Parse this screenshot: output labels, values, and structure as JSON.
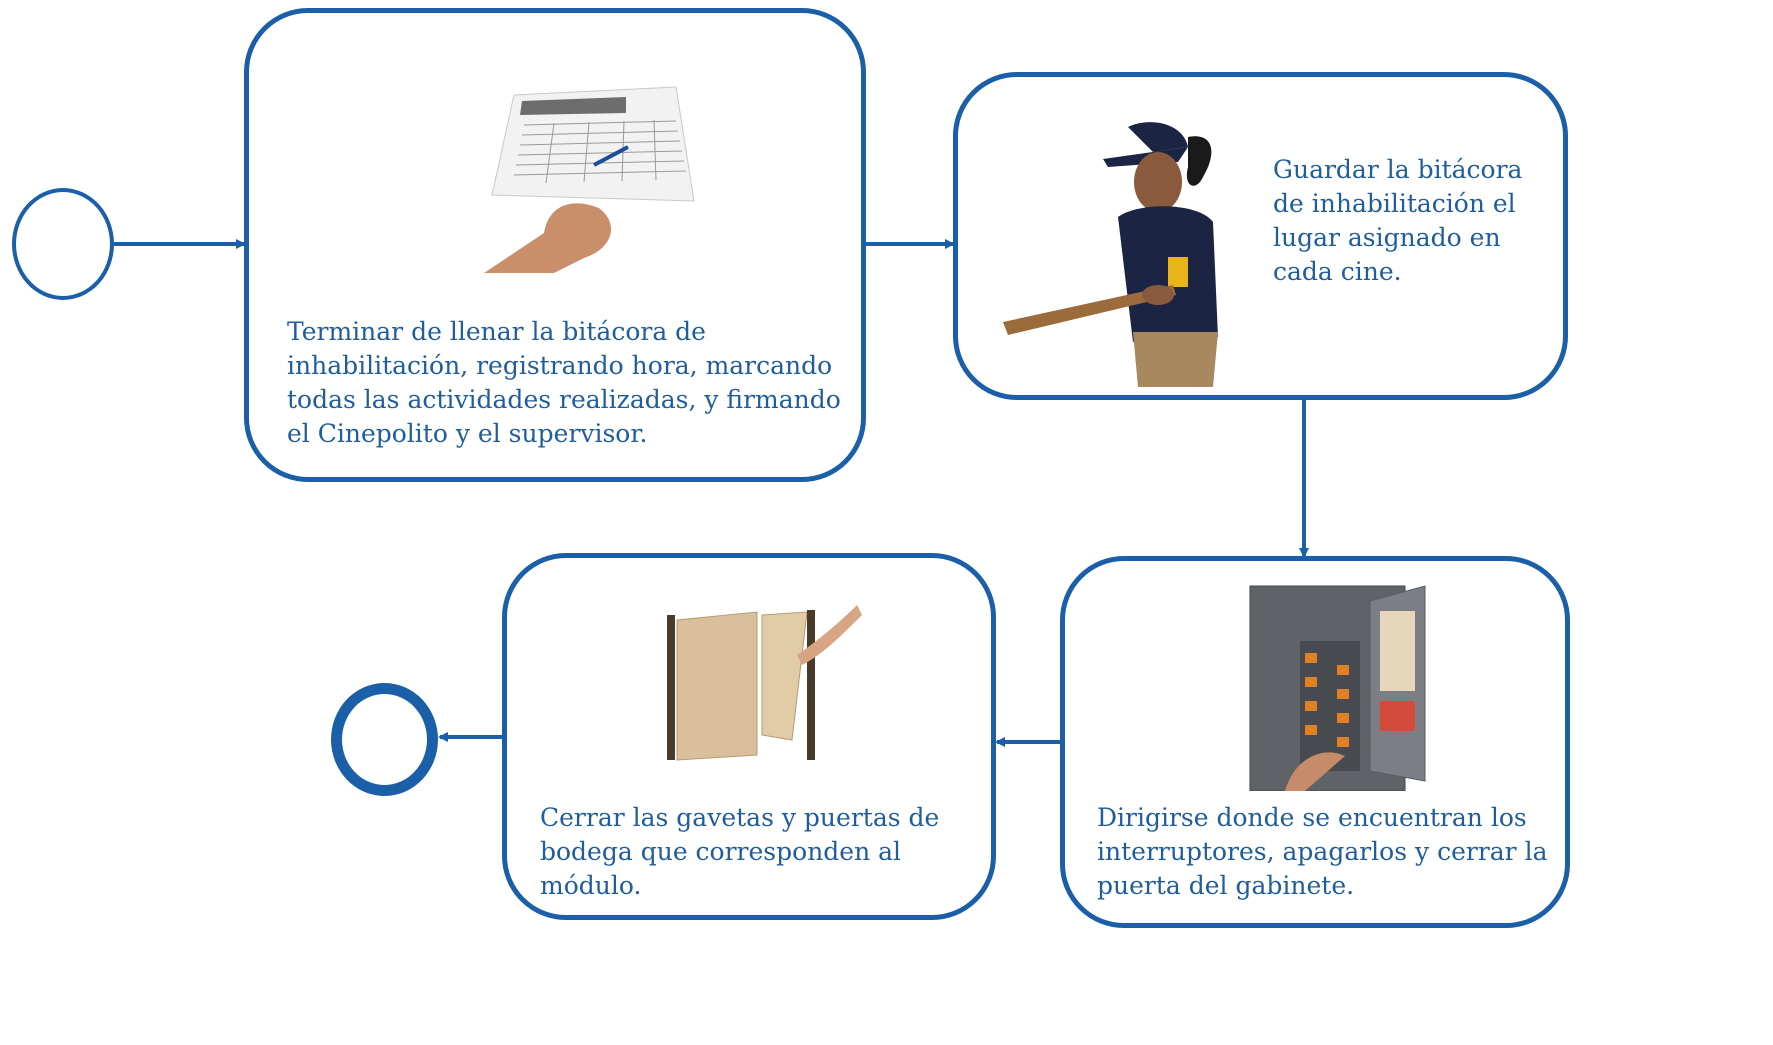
{
  "steps": {
    "fill_log": {
      "text": "Terminar de llenar la bitácora de inhabilitación, registrando hora, marcando todas las actividades realizadas,  y firmando el Cinepolito y el supervisor."
    },
    "store_log": {
      "text": "Guardar la bitácora de inhabilitación el lugar asignado en cada cine."
    },
    "switch_off": {
      "text": "Dirigirse donde se encuentran los interruptores,  apagarlos y cerrar la puerta del gabinete."
    },
    "close_drawers": {
      "text": "Cerrar las gavetas y puertas de bodega que corresponden al módulo."
    }
  },
  "colors": {
    "accent": "#1a5fa8",
    "text": "#1f5d9c"
  },
  "icons": [
    "start-event-icon",
    "end-event-icon",
    "log-signing-illustration",
    "employee-holding-log-illustration",
    "breaker-panel-illustration",
    "storage-cabinet-illustration"
  ]
}
